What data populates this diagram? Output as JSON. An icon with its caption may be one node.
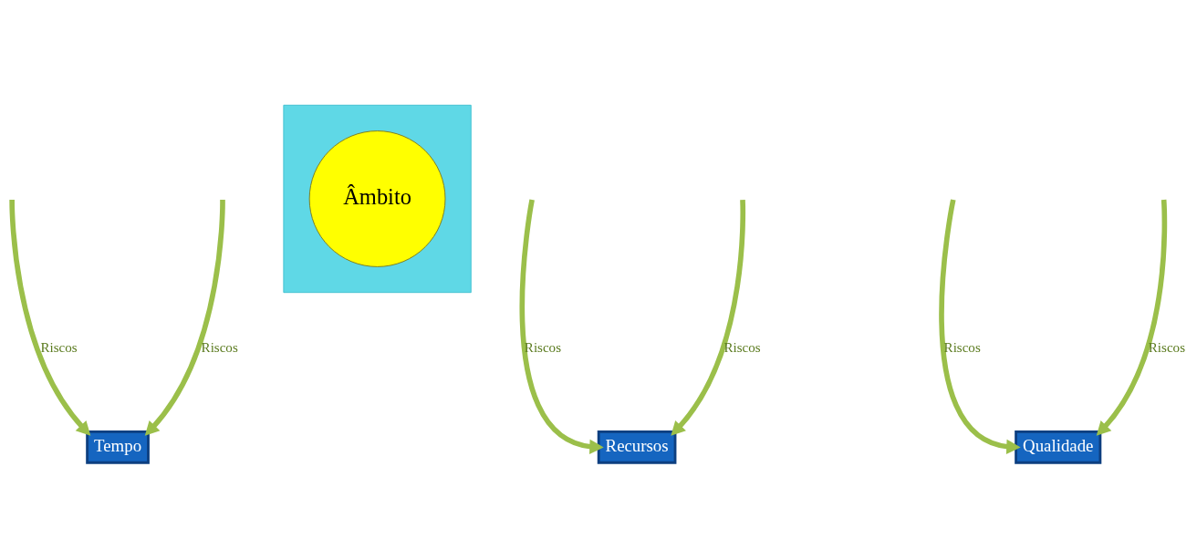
{
  "diagram": {
    "nodes": [
      {
        "text": [
          "Tempo"
        ]
      },
      {
        "text": [],
        "shape": "triangle"
      },
      {
        "text": [
          "Âmbito"
        ],
        "in": 1
      },
      {
        "text": [
          "Recursos"
        ]
      },
      {
        "text": [
          "Qualidade"
        ]
      }
    ],
    "edges": [
      {
        "from": null,
        "to": 0,
        "arrow": "to",
        "label": "Riscos"
      },
      {
        "from": null,
        "to": 0,
        "arrow": "to",
        "label": "Riscos"
      },
      {
        "from": null,
        "to": 3,
        "arrow": "to",
        "label": "Riscos"
      },
      {
        "from": null,
        "to": 3,
        "arrow": "to",
        "label": "Riscos"
      },
      {
        "from": null,
        "to": 4,
        "arrow": "to",
        "label": "Riscos"
      },
      {
        "from": null,
        "to": 4,
        "arrow": "to",
        "label": "Riscos"
      }
    ]
  }
}
